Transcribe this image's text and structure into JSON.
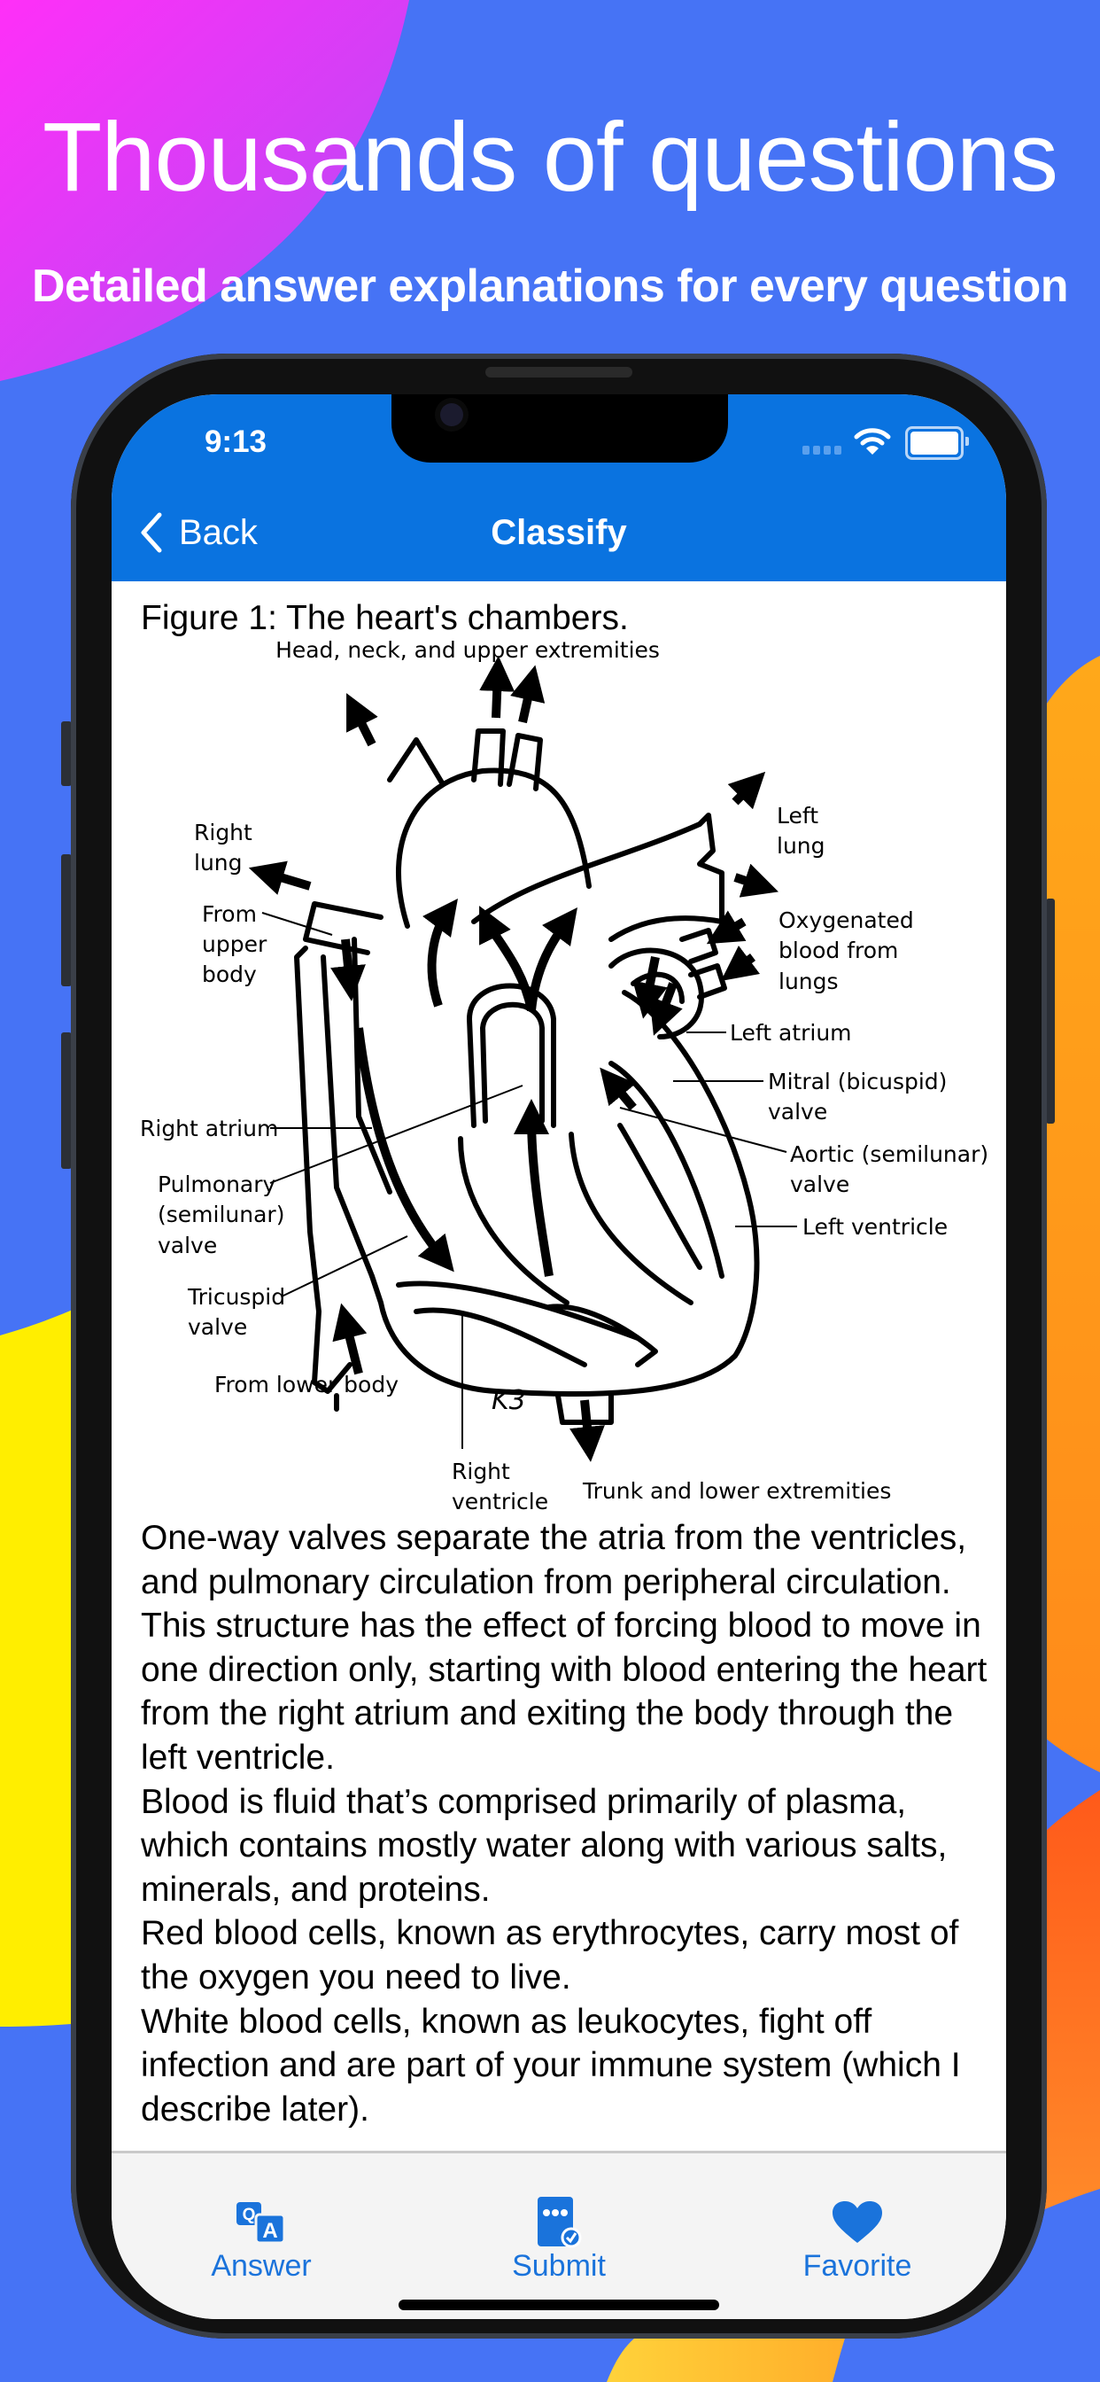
{
  "promo": {
    "title": "Thousands of questions",
    "subtitle": "Detailed answer explanations for every question"
  },
  "status_bar": {
    "time": "9:13"
  },
  "nav": {
    "back_label": "Back",
    "title": "Classify"
  },
  "figure": {
    "caption": "Figure 1: The heart's chambers.",
    "labels": {
      "head": "Head, neck, and upper extremities",
      "right_lung": [
        "Right",
        "lung"
      ],
      "from_upper": [
        "From",
        "upper",
        "body"
      ],
      "left_lung": [
        "Left",
        "lung"
      ],
      "oxygenated": [
        "Oxygenated",
        "blood from",
        "lungs"
      ],
      "left_atrium": "Left atrium",
      "mitral": [
        "Mitral (bicuspid)",
        "valve"
      ],
      "right_atrium": "Right atrium",
      "aortic": [
        "Aortic (semilunar)",
        "valve"
      ],
      "pulmonary": [
        "Pulmonary",
        "(semilunar)",
        "valve"
      ],
      "left_ventricle": "Left ventricle",
      "tricuspid": [
        "Tricuspid",
        "valve"
      ],
      "from_lower": "From lower body",
      "right_ventricle": [
        "Right",
        "ventricle"
      ],
      "trunk": "Trunk and lower extremities",
      "signature": "K3"
    }
  },
  "body_paragraphs": [
    "One-way valves separate the atria from the ventricles, and pulmonary circulation from peripheral circulation.",
    "This structure has the effect of forcing blood to move in one direction only, starting with blood entering the heart from the right atrium and exiting the body through the left ventricle.",
    "Blood is fluid that’s comprised primarily of plasma, which contains mostly water along with various salts, minerals, and proteins.",
    "Red blood cells, known as erythrocytes, carry most of the oxygen you need to live.",
    "White blood cells, known as leukocytes, fight off infection and are part of your immune system (which I describe later)."
  ],
  "tabs": [
    {
      "label": "Answer",
      "icon": "qa-icon"
    },
    {
      "label": "Submit",
      "icon": "submit-icon"
    },
    {
      "label": "Favorite",
      "icon": "heart-icon"
    }
  ],
  "colors": {
    "background": "#4673F5",
    "nav": "#0A73E0",
    "tab_accent": "#1A73DB"
  }
}
